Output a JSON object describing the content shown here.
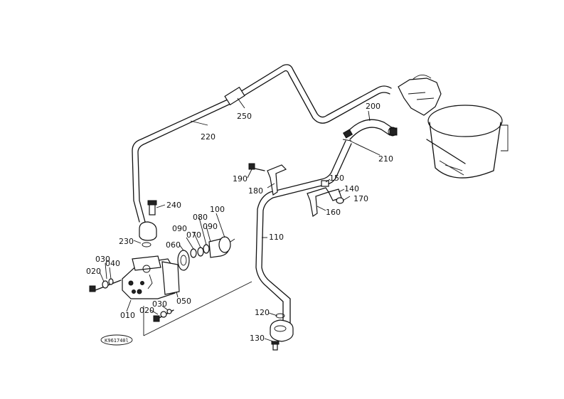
{
  "labels": {
    "l010": "010",
    "l020a": "020",
    "l020b": "020",
    "l030a": "030",
    "l030b": "030",
    "l040": "040",
    "l050": "050",
    "l060": "060",
    "l070": "070",
    "l080": "080",
    "l090a": "090",
    "l090b": "090",
    "l100": "100",
    "l110": "110",
    "l120": "120",
    "l130": "130",
    "l140": "140",
    "l150": "150",
    "l160": "160",
    "l170": "170",
    "l180": "180",
    "l190": "190",
    "l200": "200",
    "l210": "210",
    "l220": "220",
    "l230": "230",
    "l240": "240",
    "l250": "250"
  },
  "stamp": "K961740l"
}
